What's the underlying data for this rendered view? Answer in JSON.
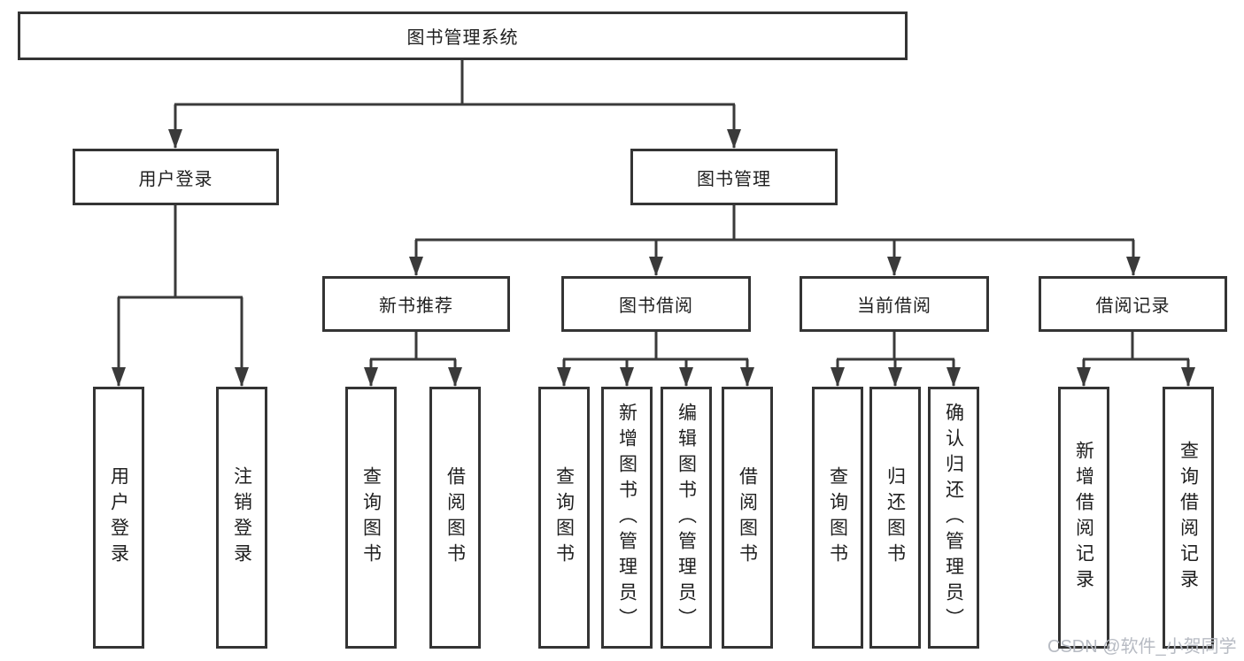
{
  "diagram": {
    "title": "图书管理系统",
    "branches": [
      {
        "label": "用户登录",
        "children": [
          {
            "label": "用户登录"
          },
          {
            "label": "注销登录"
          }
        ]
      },
      {
        "label": "图书管理",
        "groups": [
          {
            "label": "新书推荐",
            "children": [
              {
                "label": "查询图书"
              },
              {
                "label": "借阅图书"
              }
            ]
          },
          {
            "label": "图书借阅",
            "children": [
              {
                "label": "查询图书"
              },
              {
                "label": "新增图书（管理员）"
              },
              {
                "label": "编辑图书（管理员）"
              },
              {
                "label": "借阅图书"
              }
            ]
          },
          {
            "label": "当前借阅",
            "children": [
              {
                "label": "查询图书"
              },
              {
                "label": "归还图书"
              },
              {
                "label": "确认归还（管理员）"
              }
            ]
          },
          {
            "label": "借阅记录",
            "children": [
              {
                "label": "新增借阅记录"
              },
              {
                "label": "查询借阅记录"
              }
            ]
          }
        ]
      }
    ]
  },
  "watermark": {
    "text": "CSDN @软件_小贺同学"
  },
  "colors": {
    "line": "#3a3a3a",
    "box_border": "#343434",
    "text": "#1f1f1f",
    "background": "#ffffff",
    "watermark": "#b7bbc3"
  }
}
